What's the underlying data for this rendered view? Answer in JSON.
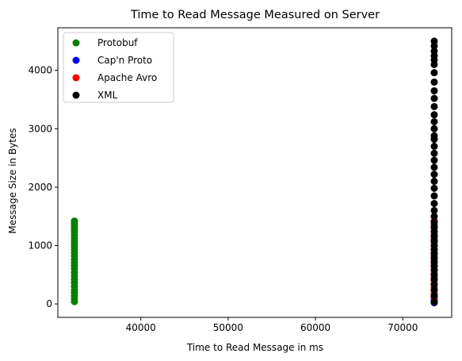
{
  "chart_data": {
    "type": "scatter",
    "title": "Time to Read Message Measured on Server",
    "xlabel": "Time to Read Message in ms",
    "ylabel": "Message Size in Bytes",
    "xlim": [
      30500,
      75600
    ],
    "ylim": [
      -230,
      4730
    ],
    "xticks": [
      40000,
      50000,
      60000,
      70000
    ],
    "yticks": [
      0,
      1000,
      2000,
      3000,
      4000
    ],
    "grid": false,
    "legend_position": "top-left",
    "series": [
      {
        "name": "Protobuf",
        "color": "#008000",
        "x": [
          32400,
          32400,
          32400,
          32400,
          32400,
          32400,
          32400,
          32400,
          32400,
          32400,
          32400,
          32400,
          32400,
          32400,
          32400,
          32400,
          32400,
          32400,
          32400,
          32400,
          32400,
          32400,
          32400,
          32400,
          32400,
          32400,
          32400,
          32400
        ],
        "y": [
          40,
          90,
          140,
          190,
          240,
          300,
          360,
          420,
          480,
          540,
          600,
          650,
          700,
          760,
          820,
          880,
          930,
          980,
          1030,
          1080,
          1130,
          1180,
          1230,
          1280,
          1320,
          1360,
          1390,
          1420
        ]
      },
      {
        "name": "Cap'n Proto",
        "color": "#0000ff",
        "x": [
          73600,
          73600,
          73600,
          73600
        ],
        "y": [
          20,
          50,
          80,
          110
        ]
      },
      {
        "name": "Apache Avro",
        "color": "#ff0000",
        "x": [
          73600,
          73600,
          73600,
          73600,
          73600,
          73600,
          73600,
          73600,
          73600,
          73600,
          73600,
          73600,
          73600,
          73600,
          73600,
          73600,
          73600,
          73600,
          73600,
          73600,
          73600,
          73600,
          73600
        ],
        "y": [
          120,
          170,
          220,
          280,
          340,
          400,
          460,
          520,
          580,
          640,
          700,
          760,
          820,
          880,
          940,
          1000,
          1060,
          1120,
          1180,
          1240,
          1300,
          1360,
          1420
        ]
      },
      {
        "name": "XML",
        "color": "#000000",
        "x": [
          73600,
          73600,
          73600,
          73600,
          73600,
          73600,
          73600,
          73600,
          73600,
          73600,
          73600,
          73600,
          73600,
          73600,
          73600,
          73600,
          73600,
          73600,
          73600,
          73600,
          73600,
          73600,
          73600,
          73600,
          73600,
          73600,
          73600,
          73600,
          73600,
          73600,
          73600,
          73600,
          73600,
          73600,
          73600,
          73600,
          73600,
          73600,
          73600,
          73600,
          73600,
          73600,
          73600,
          73600,
          73600
        ],
        "y": [
          30,
          140,
          240,
          330,
          420,
          500,
          580,
          650,
          720,
          790,
          860,
          930,
          1000,
          1080,
          1160,
          1240,
          1320,
          1400,
          1500,
          1600,
          1720,
          1850,
          1980,
          2100,
          2220,
          2340,
          2460,
          2580,
          2700,
          2820,
          2880,
          3000,
          3120,
          3240,
          3380,
          3520,
          3650,
          3800,
          3960,
          4100,
          4180,
          4250,
          4330,
          4420,
          4500
        ]
      }
    ]
  }
}
